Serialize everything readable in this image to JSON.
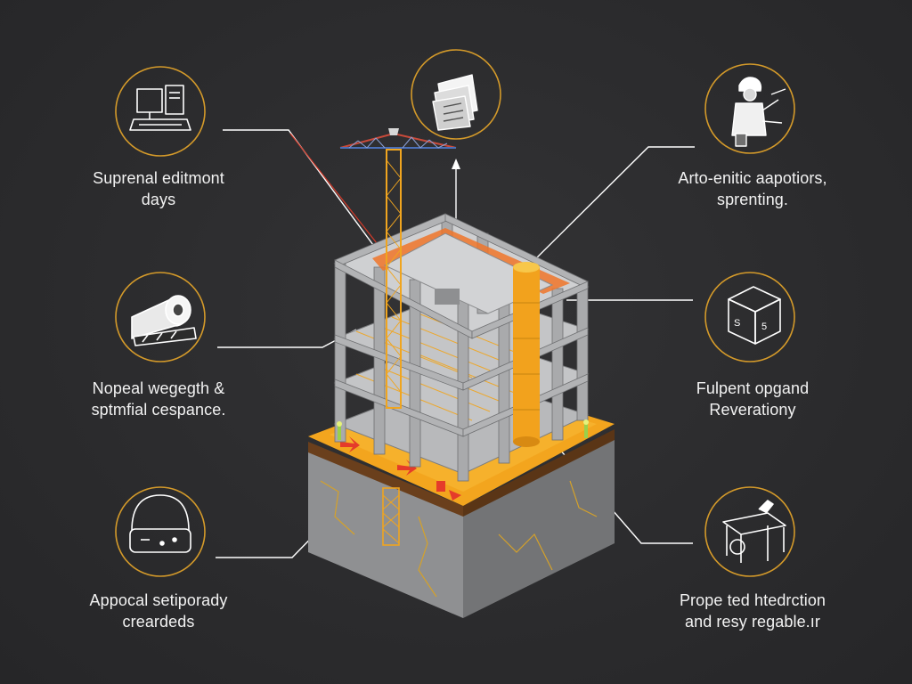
{
  "colors": {
    "background": "#2c2c2e",
    "accent": "#f5a623",
    "ring": "#d49a2a",
    "steel": "#a9aaac",
    "concrete": "#8e8f91",
    "leader": "#ffffff",
    "arrow": "#e53b2a"
  },
  "icons": [
    "computer-icon",
    "documents-icon",
    "worker-icon",
    "pipe-roller-icon",
    "box-icon",
    "dome-vehicle-icon",
    "workbench-icon"
  ],
  "labels": {
    "left_1": {
      "line1": "Suprenal editmont",
      "line2": "days"
    },
    "left_2": {
      "line1": "Nopeal wegegth &",
      "line2": "sptmfial cespance."
    },
    "left_3": {
      "line1": "Appocal setiporady",
      "line2": "creardeds"
    },
    "right_1": {
      "line1": "Arto-enitic aapotiors,",
      "line2": "sprenting."
    },
    "right_2": {
      "line1": "Fulpent opgand",
      "line2": "Reverationy"
    },
    "right_3": {
      "line1": "Prope ted htedrction",
      "line2": "and resy regable.ır"
    }
  }
}
